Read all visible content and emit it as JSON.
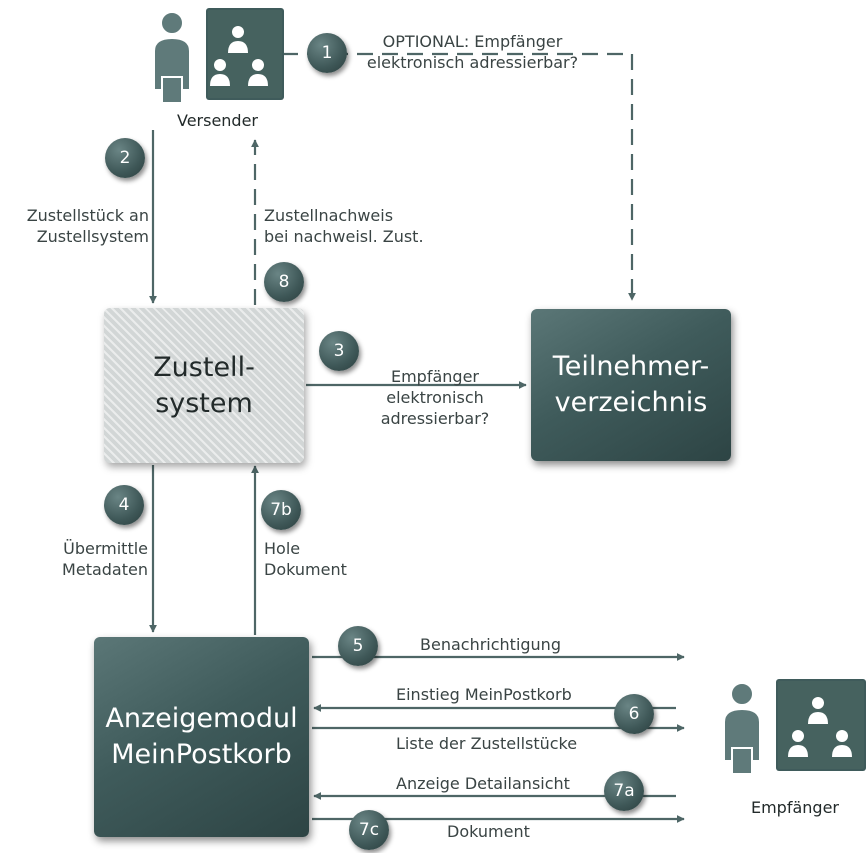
{
  "nodes": {
    "versender": "Versender",
    "empfaenger": "Empfänger",
    "zustellsystem_line1": "Zustell-",
    "zustellsystem_line2": "system",
    "teilnehmer_line1": "Teilnehmer-",
    "teilnehmer_line2": "verzeichnis",
    "anzeige_line1": "Anzeigemodul",
    "anzeige_line2": "MeinPostkorb"
  },
  "steps": {
    "s1": "1",
    "s2": "2",
    "s3": "3",
    "s4": "4",
    "s5": "5",
    "s6": "6",
    "s7a": "7a",
    "s7b": "7b",
    "s7c": "7c",
    "s8": "8"
  },
  "labels": {
    "optional_line1": "OPTIONAL: Empfänger",
    "optional_line2": "elektronisch adressierbar?",
    "zustellstueck_line1": "Zustellstück an",
    "zustellstueck_line2": "Zustellsystem",
    "nachweis_line1": "Zustellnachweis",
    "nachweis_line2": "bei nachweisl. Zust.",
    "adress_line1": "Empfänger",
    "adress_line2": "elektronisch",
    "adress_line3": "adressierbar?",
    "metadaten_line1": "Übermittle",
    "metadaten_line2": "Metadaten",
    "hole_line1": "Hole",
    "hole_line2": "Dokument",
    "benachrichtigung": "Benachrichtigung",
    "einstieg": "Einstieg MeinPostkorb",
    "liste": "Liste der Zustellstücke",
    "detail": "Anzeige Detailansicht",
    "dokument": "Dokument"
  },
  "icons": {
    "actor": "user-group-icon"
  },
  "colors": {
    "dark_teal": "#3f5b5b",
    "arrow": "#4e6666",
    "hatched_box": "#d2d6d6"
  }
}
